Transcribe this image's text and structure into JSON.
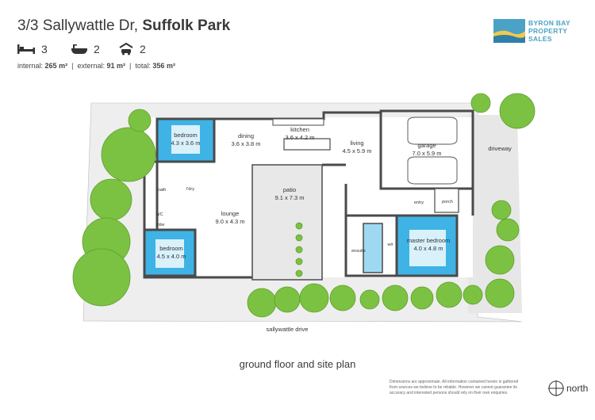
{
  "header": {
    "address_prefix": "3/3 Sallywattle Dr,",
    "suburb": "Suffolk Park",
    "bedrooms": "3",
    "bathrooms": "2",
    "garage": "2",
    "internal_label": "internal:",
    "internal_value": "265 m²",
    "external_label": "external:",
    "external_value": "91 m²",
    "total_label": "total:",
    "total_value": "356 m²",
    "separator": "|"
  },
  "logo": {
    "line1": "BYRON BAY",
    "line2": "PROPERTY",
    "line3": "SALES",
    "color": "#4aa3c6"
  },
  "rooms": [
    {
      "name": "bedroom",
      "dims": "4.3 x 3.6 m"
    },
    {
      "name": "dining",
      "dims": "3.6 x 3.8 m"
    },
    {
      "name": "kitchen",
      "dims": "3.6 x 4.2 m"
    },
    {
      "name": "living",
      "dims": "4.5 x 5.9 m"
    },
    {
      "name": "garage",
      "dims": "7.0 x 5.9 m"
    },
    {
      "name": "patio",
      "dims": "9.1 x 7.3 m"
    },
    {
      "name": "lounge",
      "dims": "9.0 x 4.3 m"
    },
    {
      "name": "bedroom",
      "dims": "4.5 x 4.0 m"
    },
    {
      "name": "master bedroom",
      "dims": "4.0 x 4.8 m"
    }
  ],
  "small_labels": {
    "bath": "bath",
    "wc": "WC",
    "robe": "robe",
    "ldry": "l'dry",
    "ensuite": "ensuite",
    "wir": "wir",
    "entry": "entry",
    "porch": "porch"
  },
  "site_labels": {
    "driveway": "driveway",
    "street": "sallywattle drive"
  },
  "caption": "ground floor and site plan",
  "disclaimer": "Dimensions are approximate. All information contained herein is gathered from sources we believe to be reliable. However we cannot guarantee its accuracy and interested persons should rely on their own enquiries.",
  "north_label": "north",
  "colors": {
    "bedroom_fill": "#3fb3e6",
    "tree": "#7cc242",
    "wall": "#4a4a4a",
    "site": "#eeeeee"
  }
}
